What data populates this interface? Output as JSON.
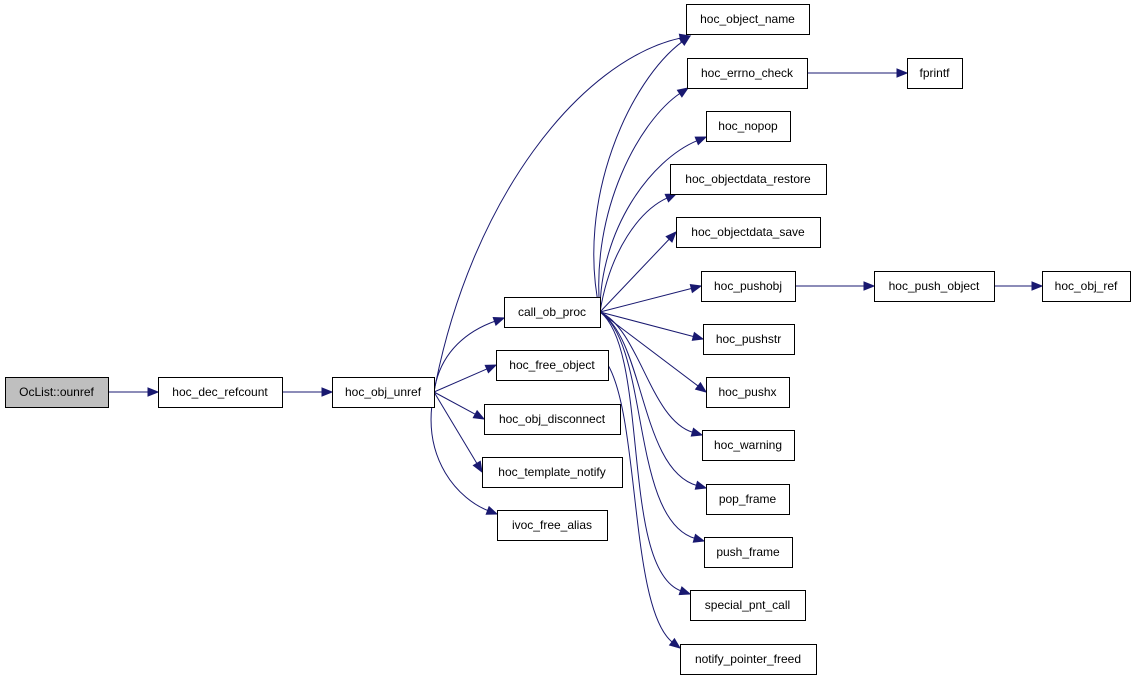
{
  "diagram": {
    "nodes": [
      {
        "id": "oclist_ounref",
        "label": "OcList::ounref",
        "root": true
      },
      {
        "id": "hoc_dec_refcount",
        "label": "hoc_dec_refcount"
      },
      {
        "id": "hoc_obj_unref",
        "label": "hoc_obj_unref"
      },
      {
        "id": "call_ob_proc",
        "label": "call_ob_proc"
      },
      {
        "id": "hoc_free_object",
        "label": "hoc_free_object"
      },
      {
        "id": "hoc_obj_disconnect",
        "label": "hoc_obj_disconnect"
      },
      {
        "id": "hoc_template_notify",
        "label": "hoc_template_notify"
      },
      {
        "id": "ivoc_free_alias",
        "label": "ivoc_free_alias"
      },
      {
        "id": "hoc_object_name",
        "label": "hoc_object_name"
      },
      {
        "id": "hoc_errno_check",
        "label": "hoc_errno_check"
      },
      {
        "id": "fprintf",
        "label": "fprintf"
      },
      {
        "id": "hoc_nopop",
        "label": "hoc_nopop"
      },
      {
        "id": "hoc_objectdata_restore",
        "label": "hoc_objectdata_restore"
      },
      {
        "id": "hoc_objectdata_save",
        "label": "hoc_objectdata_save"
      },
      {
        "id": "hoc_pushobj",
        "label": "hoc_pushobj"
      },
      {
        "id": "hoc_push_object",
        "label": "hoc_push_object"
      },
      {
        "id": "hoc_obj_ref",
        "label": "hoc_obj_ref"
      },
      {
        "id": "hoc_pushstr",
        "label": "hoc_pushstr"
      },
      {
        "id": "hoc_pushx",
        "label": "hoc_pushx"
      },
      {
        "id": "hoc_warning",
        "label": "hoc_warning"
      },
      {
        "id": "pop_frame",
        "label": "pop_frame"
      },
      {
        "id": "push_frame",
        "label": "push_frame"
      },
      {
        "id": "special_pnt_call",
        "label": "special_pnt_call"
      },
      {
        "id": "notify_pointer_freed",
        "label": "notify_pointer_freed"
      }
    ],
    "edges": [
      [
        "oclist_ounref",
        "hoc_dec_refcount"
      ],
      [
        "hoc_dec_refcount",
        "hoc_obj_unref"
      ],
      [
        "hoc_obj_unref",
        "hoc_object_name"
      ],
      [
        "hoc_obj_unref",
        "call_ob_proc"
      ],
      [
        "hoc_obj_unref",
        "hoc_free_object"
      ],
      [
        "hoc_obj_unref",
        "hoc_obj_disconnect"
      ],
      [
        "hoc_obj_unref",
        "hoc_template_notify"
      ],
      [
        "hoc_obj_unref",
        "ivoc_free_alias"
      ],
      [
        "call_ob_proc",
        "hoc_object_name"
      ],
      [
        "call_ob_proc",
        "hoc_errno_check"
      ],
      [
        "call_ob_proc",
        "hoc_nopop"
      ],
      [
        "call_ob_proc",
        "hoc_objectdata_restore"
      ],
      [
        "call_ob_proc",
        "hoc_objectdata_save"
      ],
      [
        "call_ob_proc",
        "hoc_pushobj"
      ],
      [
        "call_ob_proc",
        "hoc_pushstr"
      ],
      [
        "call_ob_proc",
        "hoc_pushx"
      ],
      [
        "call_ob_proc",
        "hoc_warning"
      ],
      [
        "call_ob_proc",
        "pop_frame"
      ],
      [
        "call_ob_proc",
        "push_frame"
      ],
      [
        "call_ob_proc",
        "special_pnt_call"
      ],
      [
        "hoc_free_object",
        "notify_pointer_freed"
      ],
      [
        "hoc_errno_check",
        "fprintf"
      ],
      [
        "hoc_pushobj",
        "hoc_push_object"
      ],
      [
        "hoc_push_object",
        "hoc_obj_ref"
      ]
    ]
  }
}
